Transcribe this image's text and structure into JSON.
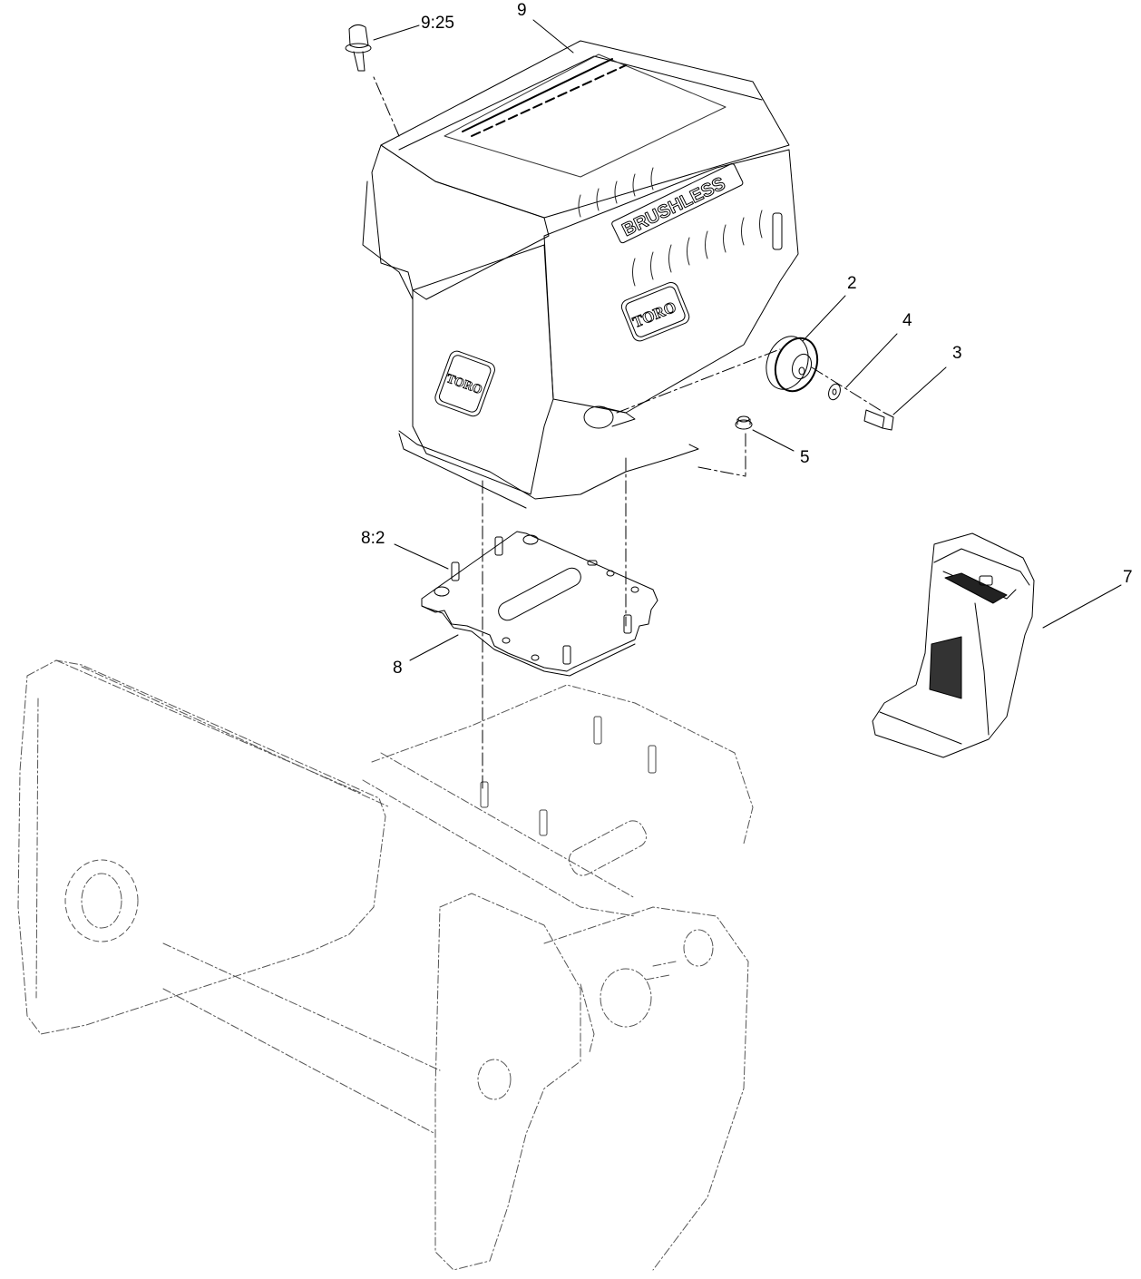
{
  "diagram": {
    "type": "exploded-parts-view",
    "subject": "Brushless motor housing assembly mounted on snowthrower auger housing",
    "line_color": "#000000",
    "background": "#ffffff"
  },
  "housing": {
    "brand_logo": "TORO",
    "brand_logo_side": "TORO",
    "emblem_text": "BRUSHLESS"
  },
  "callouts": [
    {
      "id": "c-9-25",
      "label": "9:25",
      "part": "push-pin fastener"
    },
    {
      "id": "c-9",
      "label": "9",
      "part": "motor housing cover"
    },
    {
      "id": "c-2",
      "label": "2",
      "part": "pulley"
    },
    {
      "id": "c-4",
      "label": "4",
      "part": "washer"
    },
    {
      "id": "c-3",
      "label": "3",
      "part": "bolt"
    },
    {
      "id": "c-5",
      "label": "5",
      "part": "flange nut"
    },
    {
      "id": "c-8-2",
      "label": "8:2",
      "part": "mounting stud"
    },
    {
      "id": "c-8",
      "label": "8",
      "part": "mounting plate"
    },
    {
      "id": "c-7",
      "label": "7",
      "part": "battery charger"
    }
  ]
}
